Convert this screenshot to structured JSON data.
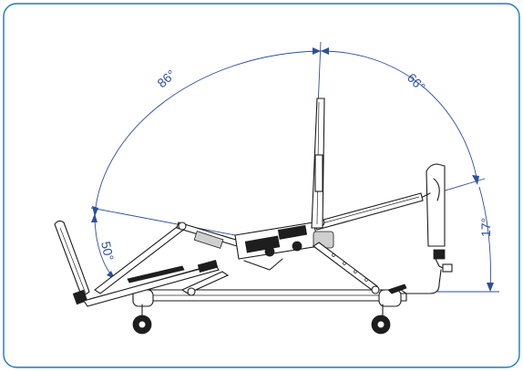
{
  "angles": {
    "backrest_max": "86°",
    "footrest_max": "66°",
    "backrest_tilt": "50°",
    "leg_tilt": "17°"
  },
  "colors": {
    "frame": "#1a7bbd",
    "dimension": "#2d4f9e",
    "drawing": "#1b1b1b"
  }
}
